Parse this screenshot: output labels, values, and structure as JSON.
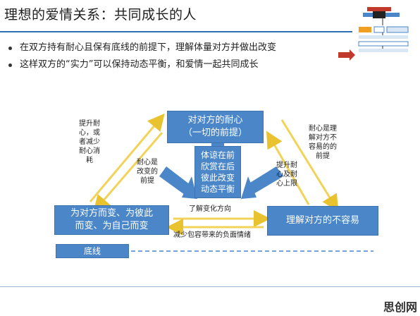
{
  "title": "理想的爱情关系：共同成长的人",
  "bullets": [
    "在双方持有耐心且保有底线的前提下，理解体量对方并做出改变",
    "这样双方的“实力”可以保持动态平衡，和爱情一起共同成长"
  ],
  "diagram": {
    "top_box": "对对方的耐心\n（一切的前提）",
    "center_box": "体谅在前\n欣赏在后\n彼此改变\n动态平衡",
    "left_box": "为对方而变、为彼此\n而变、为自己而变",
    "right_box": "理解对方的不容易",
    "bottom_box": "底线",
    "label_top_left": "提升耐\n心，或\n者减少\n耐心消\n耗",
    "label_inner_left": "耐心是\n改变的\n前提",
    "label_inner_right": "提升耐\n心及耐\n心上限",
    "label_top_right": "耐心是理\n解对方不\n容易的的\n前提",
    "label_middle": "了解变化方向",
    "label_bottom": "减少包容带来的负面情绪"
  },
  "watermark": "思创网",
  "colors": {
    "box_fill": "#4a86c8",
    "arrow_fill": "#4a86c8",
    "yellow_arrow": "#f2d35a",
    "dashed_line": "#4a86c8",
    "thumb_red": "#c0392b"
  }
}
